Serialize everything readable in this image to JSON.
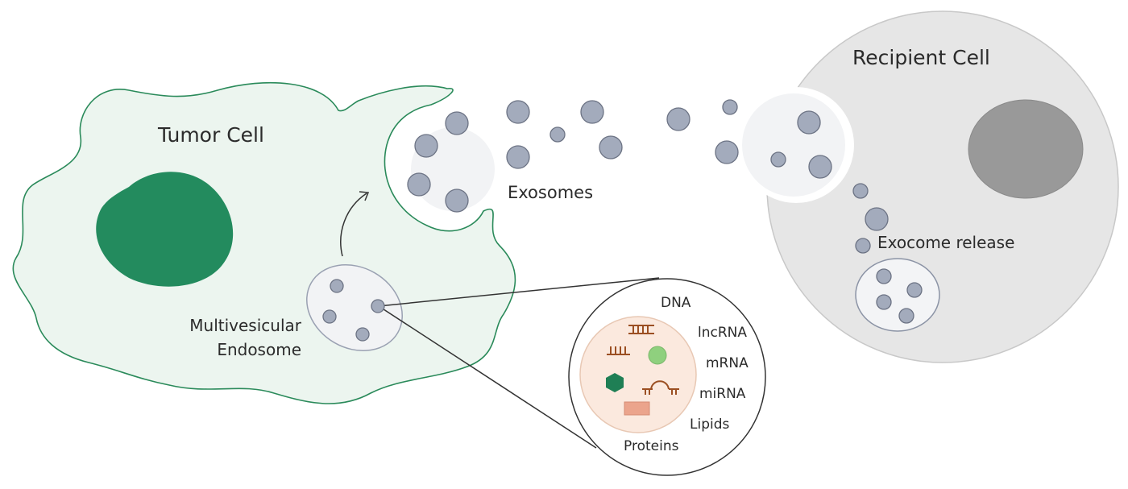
{
  "labels": {
    "tumor_cell": "Tumor Cell",
    "recipient_cell": "Recipient Cell",
    "exosomes": "Exosomes",
    "mve_line1": "Multivesicular",
    "mve_line2": "Endosome",
    "exocome_release": "Exocome release"
  },
  "cargo": {
    "items": [
      "DNA",
      "lncRNA",
      "mRNA",
      "miRNA",
      "Lipids",
      "Proteins"
    ]
  },
  "colors": {
    "tumor_fill": "#ecf5ef",
    "tumor_stroke": "#2a8a5a",
    "nucleus_green": "#238b5e",
    "recipient_fill": "#e6e6e6",
    "recipient_nucleus": "#999999",
    "vesicle": "#a3abbc",
    "vesicle_stroke": "#6c7384",
    "cargo_bg": "#fbe9de",
    "cargo_brown": "#9b4f22",
    "cargo_green_circle": "#8fd07e",
    "cargo_hexagon": "#1f7f55",
    "cargo_lipid": "#eba48c"
  }
}
